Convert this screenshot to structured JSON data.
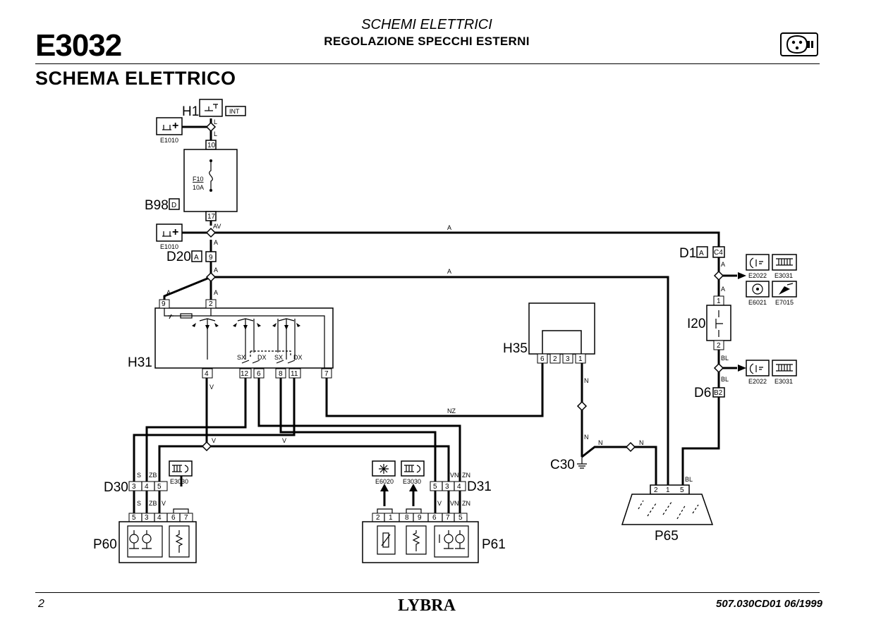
{
  "header": {
    "code": "E3032",
    "title": "SCHEMI ELETTRICI",
    "subtitle": "REGOLAZIONE SPECCHI ESTERNI",
    "section_title": "SCHEMA ELETTRICO",
    "badge_icon": "connector-plug-icon"
  },
  "footer": {
    "page": "2",
    "brand": "LYBRA",
    "ref": "507.030CD01   06/1999"
  },
  "components": {
    "H1": {
      "label": "H1",
      "tag": "INT"
    },
    "B98": {
      "label": "B98",
      "tag": "D",
      "fuse": "F10",
      "amp": "10A",
      "pin_in": "10",
      "pin_out": "17"
    },
    "D20": {
      "label": "D20",
      "tag": "A",
      "pin": "9"
    },
    "D1": {
      "label": "D1",
      "tag": "A",
      "pin": "C4"
    },
    "D6": {
      "label": "D6",
      "pin": "B2"
    },
    "I20": {
      "label": "I20",
      "pin1": "1",
      "pin2": "2"
    },
    "H31": {
      "label": "H31",
      "top_pins": [
        "9",
        "2"
      ],
      "bottom_pins": [
        "4",
        "12",
        "6",
        "8",
        "11",
        "7"
      ],
      "sx": "SX",
      "dx": "DX"
    },
    "H35": {
      "label": "H35",
      "pins": [
        "6",
        "2",
        "3",
        "1"
      ]
    },
    "C30": {
      "label": "C30"
    },
    "P65": {
      "label": "P65",
      "pins": [
        "2",
        "1",
        "5"
      ]
    },
    "D30": {
      "label": "D30",
      "pins": [
        "3",
        "4",
        "5"
      ]
    },
    "D31": {
      "label": "D31",
      "pins": [
        "5",
        "3",
        "4"
      ]
    },
    "P60": {
      "label": "P60",
      "pins": [
        "5",
        "3",
        "4",
        "6",
        "7"
      ]
    },
    "P61": {
      "label": "P61",
      "pins": [
        "2",
        "1",
        "8",
        "9",
        "6",
        "7",
        "5"
      ]
    }
  },
  "refs": {
    "e1010": "E1010",
    "e2022": "E2022",
    "e3031": "E3031",
    "e6021": "E6021",
    "e7015": "E7015",
    "e3030": "E3030",
    "e6020": "E6020"
  },
  "wire_codes": {
    "l": "L",
    "av": "AV",
    "a": "A",
    "bl": "BL",
    "v": "V",
    "nz": "NZ",
    "n": "N",
    "s": "S",
    "zb": "ZB",
    "vn": "VN",
    "zn": "ZN"
  }
}
